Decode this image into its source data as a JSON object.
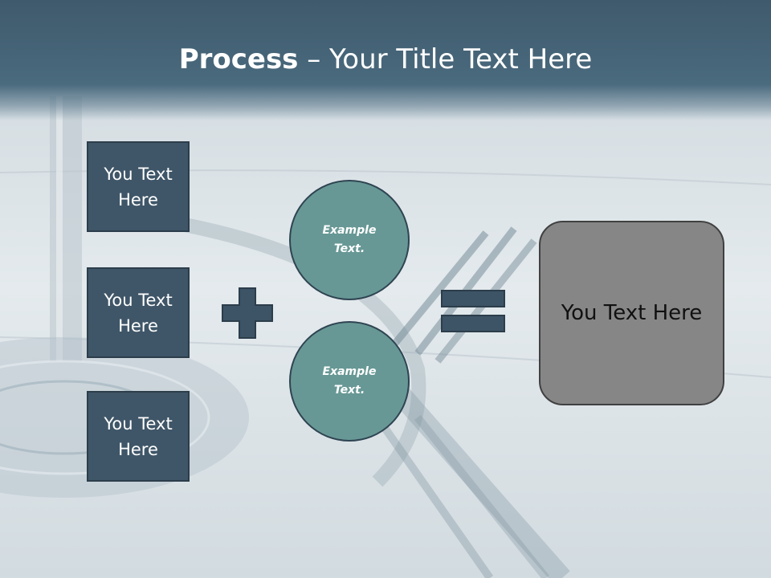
{
  "header": {
    "title_bold": "Process",
    "title_rest": " – Your Title Text Here"
  },
  "left_boxes": [
    {
      "label": "You Text Here"
    },
    {
      "label": "You Text Here"
    },
    {
      "label": "You Text Here"
    }
  ],
  "circles": [
    {
      "label": "Example Text."
    },
    {
      "label": "Example Text."
    }
  ],
  "operators": {
    "plus": "plus-icon",
    "equals": "equals-icon"
  },
  "result": {
    "label": "You Text Here"
  },
  "colors": {
    "header": "#4a6a7e",
    "box_fill": "#3f5668",
    "circle_fill": "#679895",
    "result_fill": "#868686",
    "operator_fill": "#3d5466"
  }
}
